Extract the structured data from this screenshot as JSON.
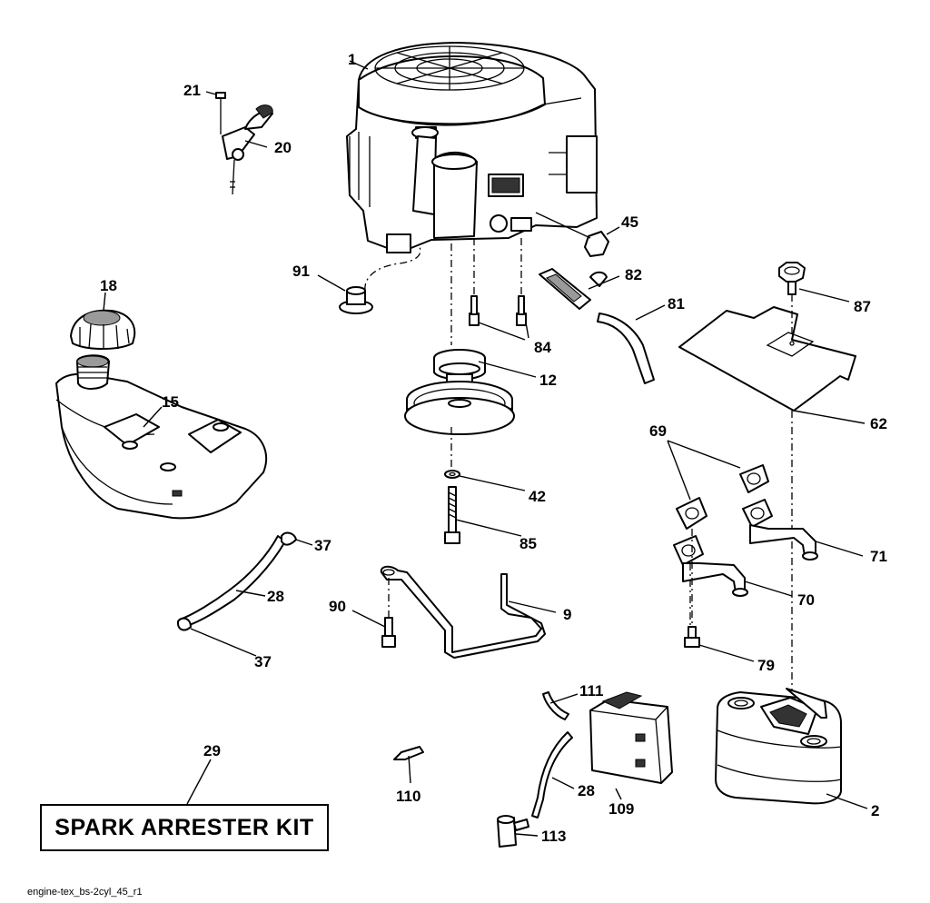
{
  "diagram": {
    "callouts": {
      "c1": "1",
      "c2": "2",
      "c9": "9",
      "c12": "12",
      "c15": "15",
      "c18": "18",
      "c20": "20",
      "c21": "21",
      "c28a": "28",
      "c28b": "28",
      "c29": "29",
      "c37a": "37",
      "c37b": "37",
      "c42": "42",
      "c45": "45",
      "c62": "62",
      "c69": "69",
      "c70": "70",
      "c71": "71",
      "c79": "79",
      "c81": "81",
      "c82": "82",
      "c84": "84",
      "c85": "85",
      "c87": "87",
      "c90": "90",
      "c91": "91",
      "c109": "109",
      "c110": "110",
      "c111": "111",
      "c113": "113"
    },
    "kit_label": "SPARK ARRESTER KIT",
    "footer_code": "engine-tex_bs-2cyl_45_r1"
  }
}
